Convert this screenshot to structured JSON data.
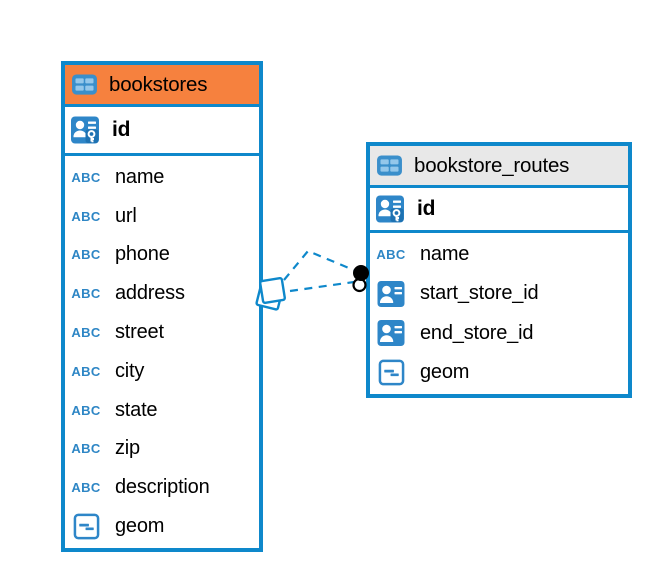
{
  "diagram": {
    "type_labels": {
      "text": "ABC"
    },
    "tables": [
      {
        "title": "bookstores",
        "header_color": "#F6813E",
        "columns": [
          {
            "label": "id",
            "icon": "primary-key-icon"
          },
          {
            "label": "name",
            "icon": "text-type-icon"
          },
          {
            "label": "url",
            "icon": "text-type-icon"
          },
          {
            "label": "phone",
            "icon": "text-type-icon"
          },
          {
            "label": "address",
            "icon": "text-type-icon"
          },
          {
            "label": "street",
            "icon": "text-type-icon"
          },
          {
            "label": "city",
            "icon": "text-type-icon"
          },
          {
            "label": "state",
            "icon": "text-type-icon"
          },
          {
            "label": "zip",
            "icon": "text-type-icon"
          },
          {
            "label": "description",
            "icon": "text-type-icon"
          },
          {
            "label": "geom",
            "icon": "geometry-type-icon"
          }
        ]
      },
      {
        "title": "bookstore_routes",
        "header_color": "#E8E8E8",
        "columns": [
          {
            "label": "id",
            "icon": "primary-key-icon"
          },
          {
            "label": "name",
            "icon": "text-type-icon"
          },
          {
            "label": "start_store_id",
            "icon": "foreign-key-icon"
          },
          {
            "label": "end_store_id",
            "icon": "foreign-key-icon"
          },
          {
            "label": "geom",
            "icon": "geometry-type-icon"
          }
        ]
      }
    ],
    "relationship": {
      "style": "dashed",
      "color": "#0E88CB",
      "line_count": 2,
      "from_table": "bookstores",
      "to_table": "bookstore_routes"
    },
    "colors": {
      "table_border": "#0E88CB",
      "icon_blue": "#2E86C8",
      "bookstores_header_bg": "#F6813E",
      "routes_header_bg": "#E8E8E8",
      "text": "#000000",
      "endpoint_black": "#000000"
    }
  }
}
